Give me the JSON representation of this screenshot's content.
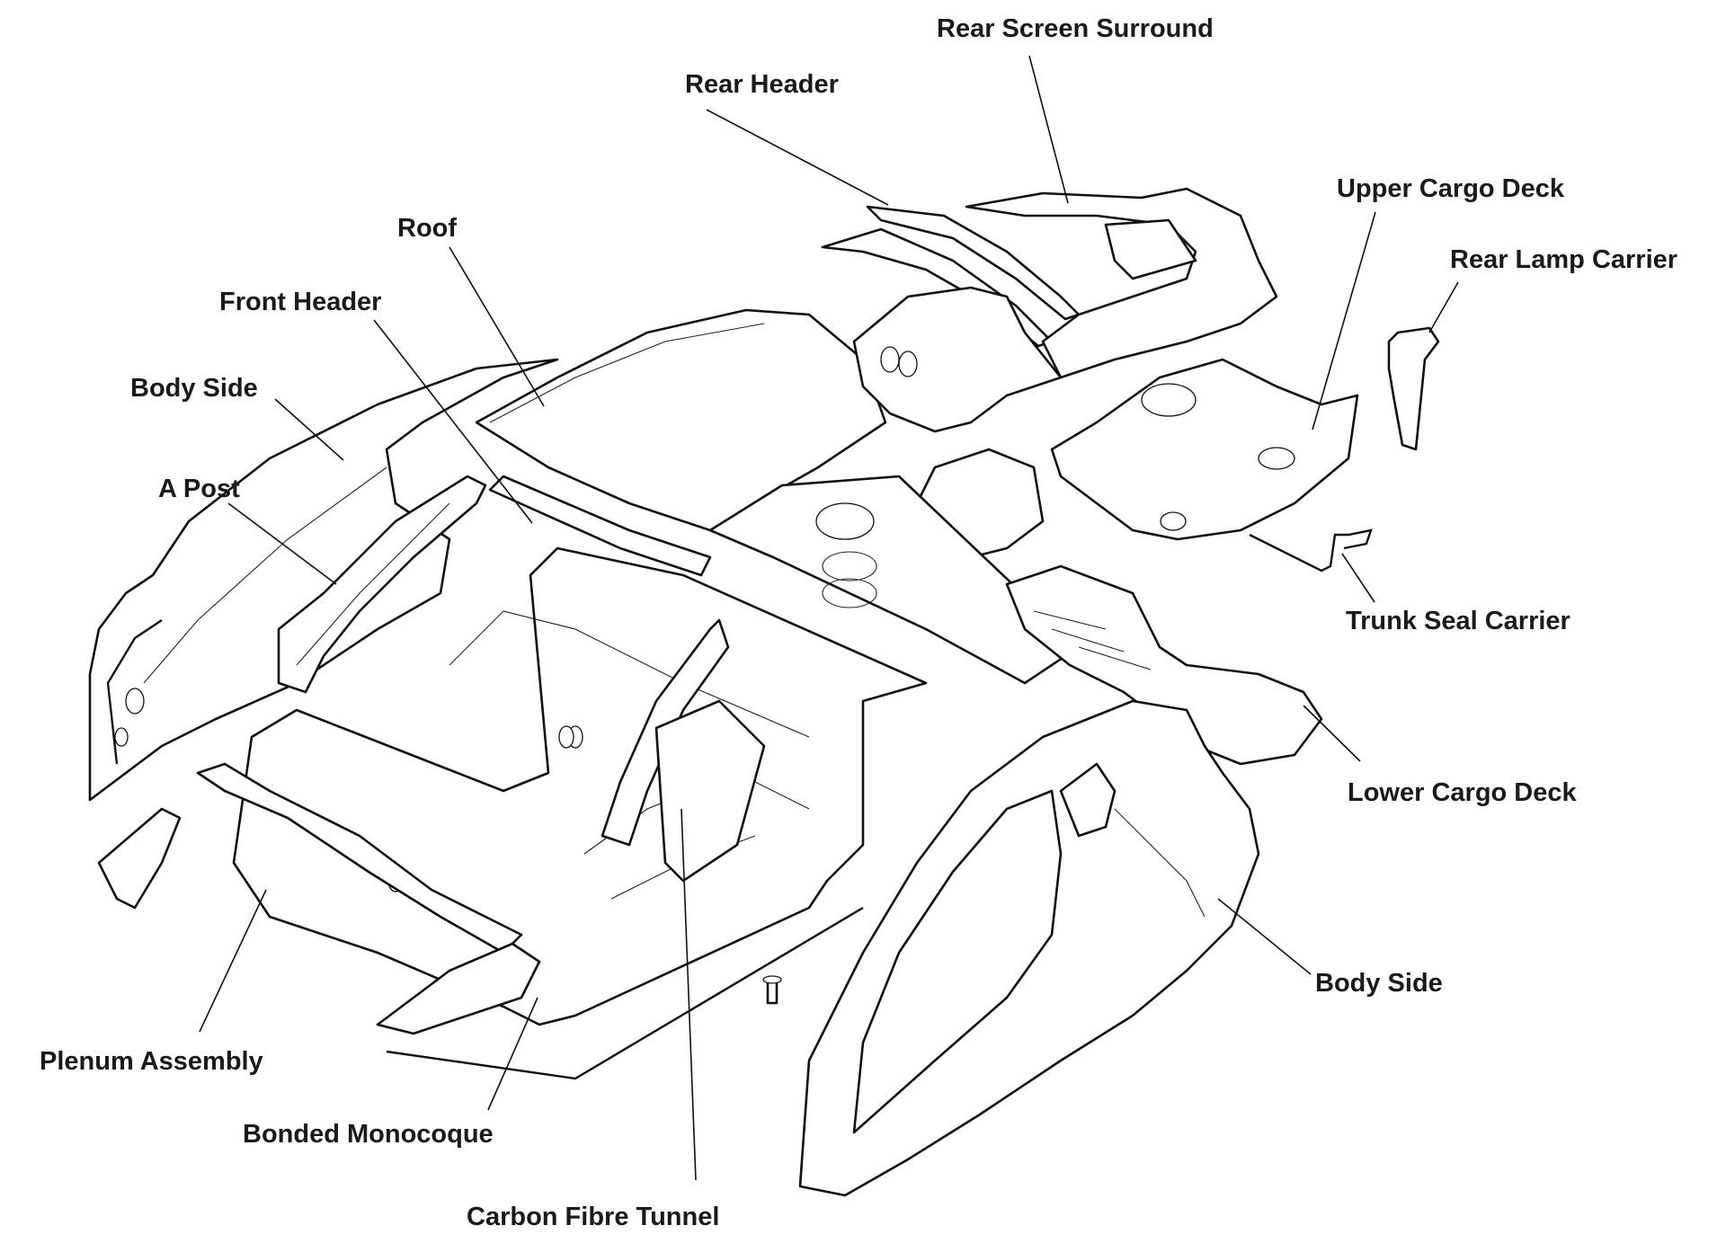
{
  "diagram": {
    "title": "Body structure exploded view",
    "callouts": [
      {
        "id": "rear-screen-surround",
        "label": "Rear Screen Surround"
      },
      {
        "id": "rear-header",
        "label": "Rear Header"
      },
      {
        "id": "upper-cargo-deck",
        "label": "Upper Cargo Deck"
      },
      {
        "id": "rear-lamp-carrier",
        "label": "Rear Lamp Carrier"
      },
      {
        "id": "roof",
        "label": "Roof"
      },
      {
        "id": "front-header",
        "label": "Front Header"
      },
      {
        "id": "body-side-left",
        "label": "Body Side"
      },
      {
        "id": "a-post",
        "label": "A Post"
      },
      {
        "id": "trunk-seal-carrier",
        "label": "Trunk Seal Carrier"
      },
      {
        "id": "lower-cargo-deck",
        "label": "Lower Cargo Deck"
      },
      {
        "id": "body-side-right",
        "label": "Body Side"
      },
      {
        "id": "plenum-assembly",
        "label": "Plenum Assembly"
      },
      {
        "id": "bonded-monocoque",
        "label": "Bonded Monocoque"
      },
      {
        "id": "carbon-fibre-tunnel",
        "label": "Carbon Fibre Tunnel"
      }
    ]
  }
}
